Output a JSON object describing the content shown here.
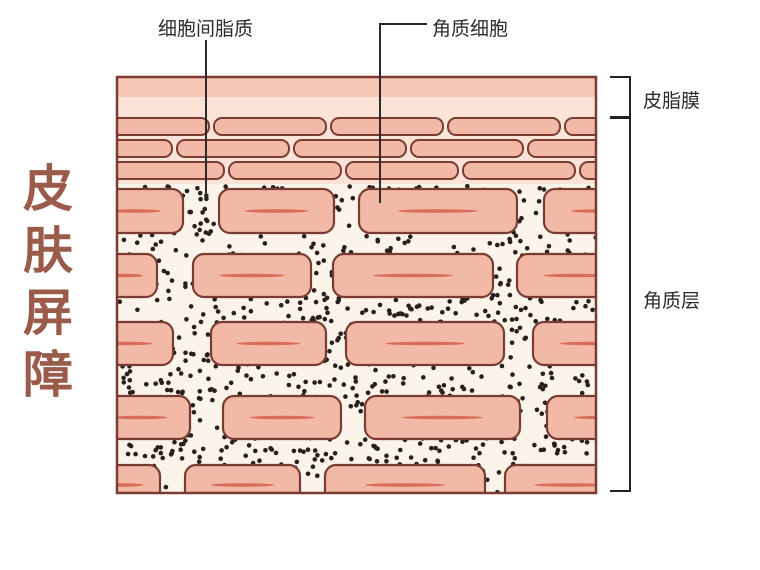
{
  "labels": {
    "intercellular_lipid": "细胞间脂质",
    "corneocyte": "角质细胞",
    "sebum_film": "皮脂膜",
    "stratum_corneum": "角质层"
  },
  "side_title": [
    "皮",
    "肤",
    "屏",
    "障"
  ],
  "colors": {
    "outline": "#7a3b33",
    "cell_fill": "#f2b9a6",
    "cell_nucleus": "#d86d5a",
    "lipid_bg": "#fbf4ea",
    "dot": "#2a1f1c",
    "sebum_top": "#f6c7b5",
    "sebum_band": "#fbe3d8",
    "title": "#9b5b4a"
  }
}
